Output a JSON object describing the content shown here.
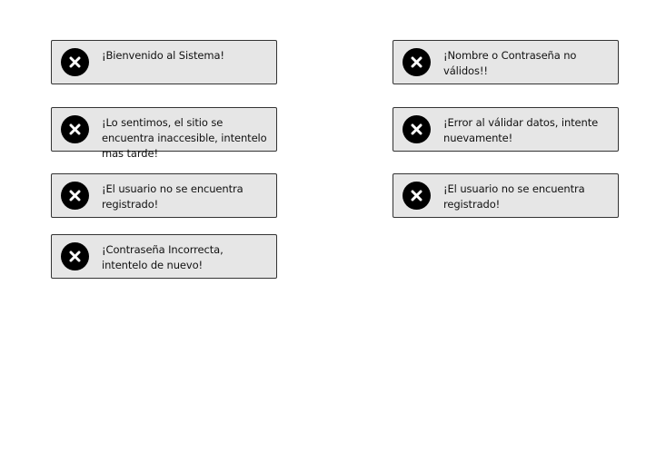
{
  "alerts_left": [
    {
      "message": "¡Bienvenido al Sistema!",
      "icon": "close-icon"
    },
    {
      "message": "¡Lo sentimos, el sitio se encuentra inaccesible, intentelo mas tarde!",
      "icon": "close-icon"
    },
    {
      "message": "¡El usuario no se encuentra registrado!",
      "icon": "close-icon"
    },
    {
      "message": "¡Contraseña Incorrecta, intentelo de nuevo!",
      "icon": "close-icon"
    }
  ],
  "alerts_right": [
    {
      "message": "¡Nombre o Contraseña no válidos!!",
      "icon": "close-icon"
    },
    {
      "message": "¡Error al válidar datos, intente nuevamente!",
      "icon": "close-icon"
    },
    {
      "message": "¡El usuario no se encuentra registrado!",
      "icon": "close-icon"
    }
  ],
  "colors": {
    "alert_background": "#e6e6e6",
    "alert_border": "#333333",
    "icon_background": "#000000",
    "icon_glyph": "#ffffff"
  }
}
